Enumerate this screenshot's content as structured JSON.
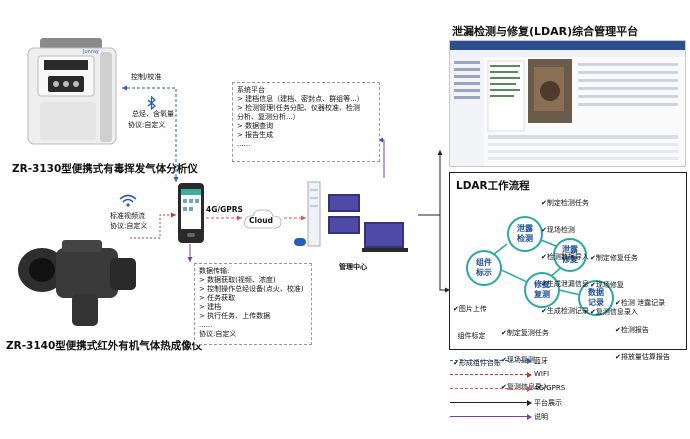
{
  "devices": {
    "analyzer": {
      "label": "ZR-3130型便携式有毒挥发气体分析仪",
      "brand": "Junray"
    },
    "camera": {
      "label": "ZR-3140型便携式红外有机气体热成像仪"
    }
  },
  "edges": {
    "control": "控制/校准",
    "analyzer_proto_1": "总烃、含氧量",
    "analyzer_proto_2": "协议:自定义",
    "network": "4G/GPRS",
    "cloud": "Cloud",
    "video_1": "标准视频流",
    "video_2": "协议:自定义",
    "mgmt_center": "管理中心"
  },
  "system_box": {
    "title": "系统平台",
    "lines": [
      "> 建档信息（建档、密封点、群组等...）",
      "> 检测管理(任务分配、仪器校准、检测",
      "分析、复测分析...）",
      "> 数据查询",
      "> 报告生成",
      "......"
    ]
  },
  "data_box": {
    "title": "数据传输:",
    "lines": [
      "> 数据获取(视频、浓度)",
      "> 控制操作总经设备(点火、校准)",
      "> 任务获取",
      "> 建档",
      "> 执行任务、上传数据",
      "......",
      "协议:自定义"
    ]
  },
  "platform": {
    "title": "泄漏检测与修复(LDAR)综合管理平台"
  },
  "workflow": {
    "title": "LDAR工作流程",
    "nodes": {
      "leak_detect": "泄露\n检测",
      "leak_repair": "泄露\n修复",
      "component": "组件\n标示",
      "repair_retest": "修复\n复测",
      "data_record": "数据\n记录"
    },
    "lists": {
      "detect": [
        "✔制定检测任务",
        "✔现场检测",
        "✔检测数据导入",
        "✔生成泄漏信息",
        "✔生成检测记录"
      ],
      "repair": [
        "✔制定修复任务",
        "✔现场修复",
        "✔复测信息录入"
      ],
      "component": [
        "✔图片上传",
        "  组件标定",
        "✔形成组件台账"
      ],
      "retest": [
        "✔制定复测任务",
        "✔现场复测",
        "✔复测信息录入"
      ],
      "record": [
        "✔检测 泄露记录",
        "✔检测报告",
        "✔排放量估算报告"
      ]
    }
  },
  "legend": [
    {
      "label": "蓝牙",
      "color": "#2b5fb5",
      "style": "dashed"
    },
    {
      "label": "WIFI",
      "color": "#c0392b",
      "style": "solid-thin"
    },
    {
      "label": "4G/GPRS",
      "color": "#d9534f",
      "style": "dashed"
    },
    {
      "label": "平台展示",
      "color": "#222222",
      "style": "solid"
    },
    {
      "label": "说明",
      "color": "#7b3fa0",
      "style": "solid"
    }
  ],
  "colors": {
    "blue_dash": "#2b5fb5",
    "red_dash": "#d9534f",
    "purple": "#7b3fa0",
    "teal": "#2aa7a7",
    "title_blue": "#1d4e9c"
  }
}
